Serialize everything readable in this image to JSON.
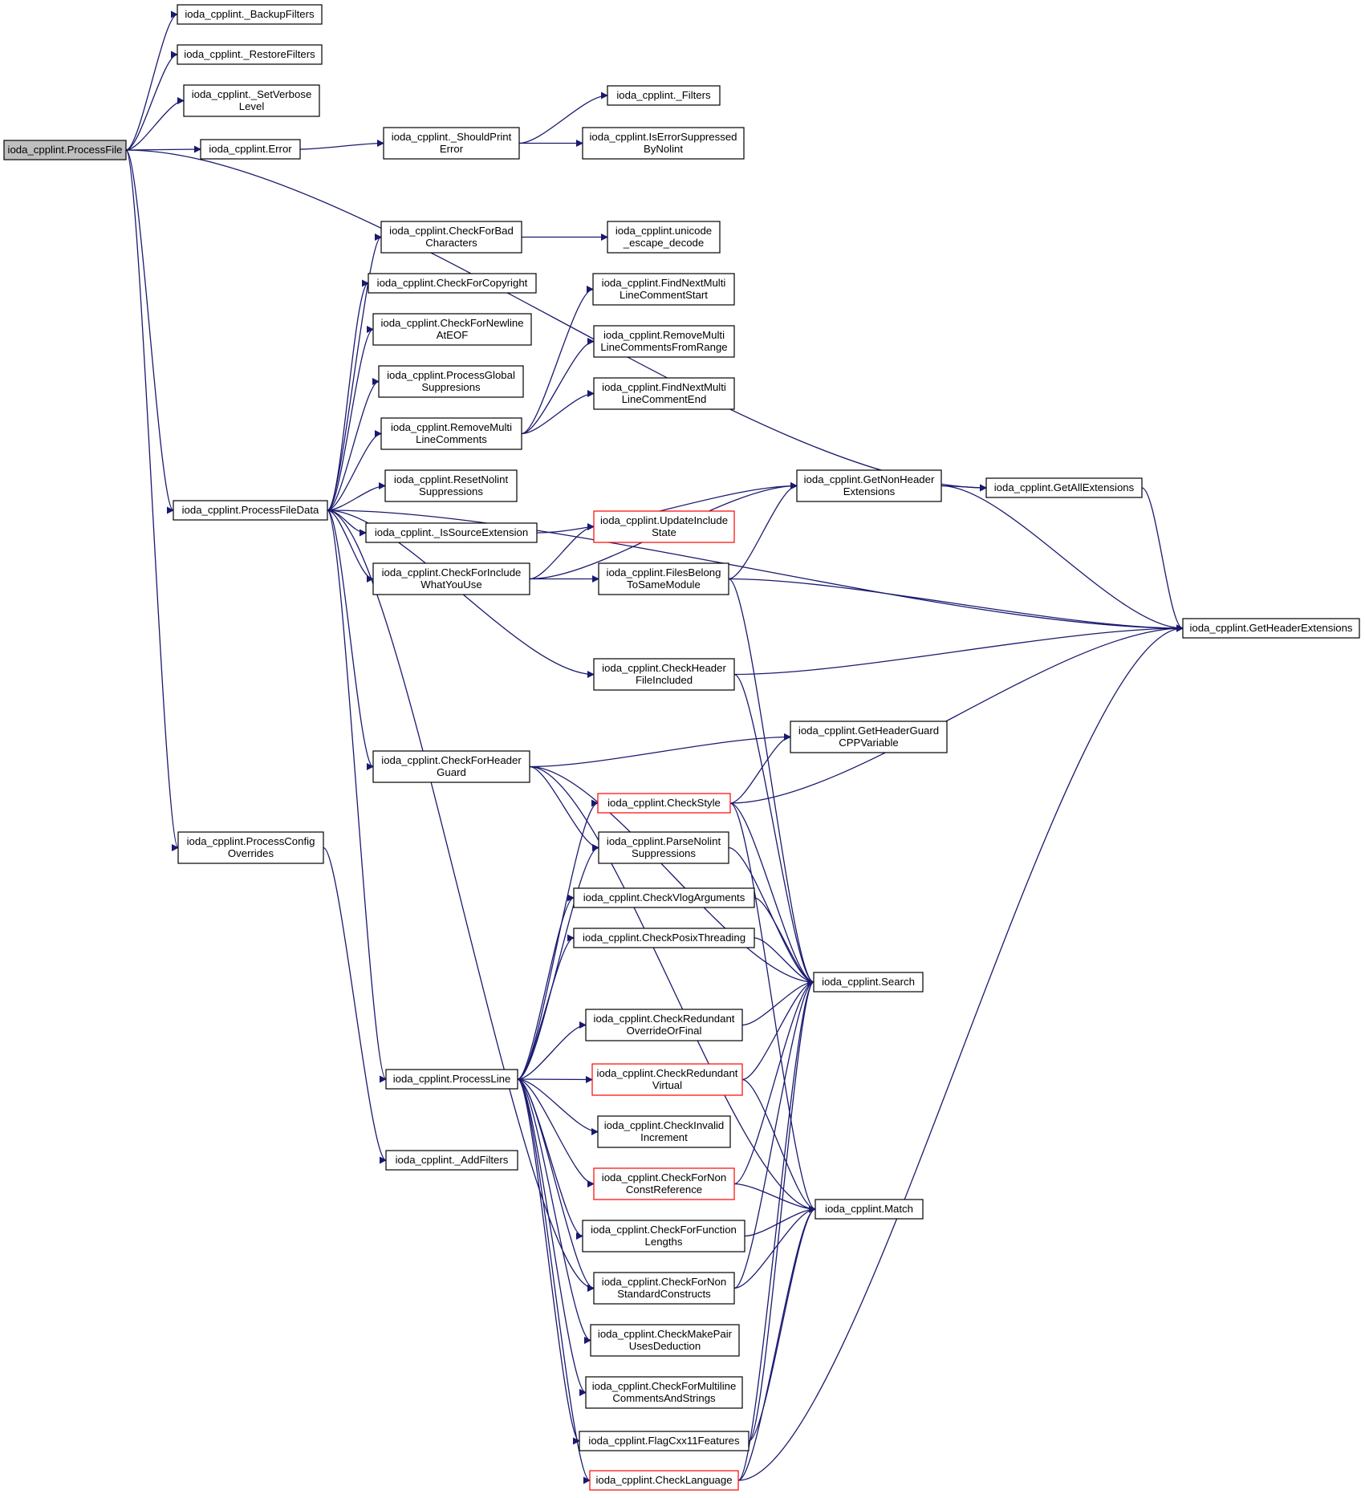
{
  "diagram": {
    "colors": {
      "edge": "#191970",
      "node_border": "#000000",
      "node_border_truncated": "#ff0000",
      "root_fill": "#bfbfbf",
      "node_fill": "#ffffff"
    },
    "nodes": [
      {
        "id": "ProcessFile",
        "lines": [
          "ioda_cpplint.ProcessFile"
        ],
        "style": "root"
      },
      {
        "id": "BackupFilters",
        "lines": [
          "ioda_cpplint._BackupFilters"
        ]
      },
      {
        "id": "RestoreFilters",
        "lines": [
          "ioda_cpplint._RestoreFilters"
        ]
      },
      {
        "id": "SetVerboseLevel",
        "lines": [
          "ioda_cpplint._SetVerbose",
          "Level"
        ]
      },
      {
        "id": "Error",
        "lines": [
          "ioda_cpplint.Error"
        ]
      },
      {
        "id": "ShouldPrintError",
        "lines": [
          "ioda_cpplint._ShouldPrint",
          "Error"
        ]
      },
      {
        "id": "Filters",
        "lines": [
          "ioda_cpplint._Filters"
        ]
      },
      {
        "id": "IsErrorSuppressedByNolint",
        "lines": [
          "ioda_cpplint.IsErrorSuppressed",
          "ByNolint"
        ]
      },
      {
        "id": "CheckForBadCharacters",
        "lines": [
          "ioda_cpplint.CheckForBad",
          "Characters"
        ]
      },
      {
        "id": "unicodeEscapeDecode",
        "lines": [
          "ioda_cpplint.unicode",
          "_escape_decode"
        ]
      },
      {
        "id": "CheckForCopyright",
        "lines": [
          "ioda_cpplint.CheckForCopyright"
        ]
      },
      {
        "id": "FindNextMultiLineCommentStart",
        "lines": [
          "ioda_cpplint.FindNextMulti",
          "LineCommentStart"
        ]
      },
      {
        "id": "CheckForNewlineAtEOF",
        "lines": [
          "ioda_cpplint.CheckForNewline",
          "AtEOF"
        ]
      },
      {
        "id": "RemoveMultiLineCommentsFromRange",
        "lines": [
          "ioda_cpplint.RemoveMulti",
          "LineCommentsFromRange"
        ]
      },
      {
        "id": "ProcessGlobalSuppresions",
        "lines": [
          "ioda_cpplint.ProcessGlobal",
          "Suppresions"
        ]
      },
      {
        "id": "FindNextMultiLineCommentEnd",
        "lines": [
          "ioda_cpplint.FindNextMulti",
          "LineCommentEnd"
        ]
      },
      {
        "id": "RemoveMultiLineComments",
        "lines": [
          "ioda_cpplint.RemoveMulti",
          "LineComments"
        ]
      },
      {
        "id": "ResetNolintSuppressions",
        "lines": [
          "ioda_cpplint.ResetNolint",
          "Suppressions"
        ]
      },
      {
        "id": "GetNonHeaderExtensions",
        "lines": [
          "ioda_cpplint.GetNonHeader",
          "Extensions"
        ]
      },
      {
        "id": "GetAllExtensions",
        "lines": [
          "ioda_cpplint.GetAllExtensions"
        ]
      },
      {
        "id": "ProcessFileData",
        "lines": [
          "ioda_cpplint.ProcessFileData"
        ]
      },
      {
        "id": "IsSourceExtension",
        "lines": [
          "ioda_cpplint._IsSourceExtension"
        ]
      },
      {
        "id": "UpdateIncludeState",
        "lines": [
          "ioda_cpplint.UpdateInclude",
          "State"
        ],
        "style": "truncated"
      },
      {
        "id": "CheckForIncludeWhatYouUse",
        "lines": [
          "ioda_cpplint.CheckForInclude",
          "WhatYouUse"
        ]
      },
      {
        "id": "FilesBelongToSameModule",
        "lines": [
          "ioda_cpplint.FilesBelong",
          "ToSameModule"
        ]
      },
      {
        "id": "GetHeaderExtensions",
        "lines": [
          "ioda_cpplint.GetHeaderExtensions"
        ]
      },
      {
        "id": "CheckHeaderFileIncluded",
        "lines": [
          "ioda_cpplint.CheckHeader",
          "FileIncluded"
        ]
      },
      {
        "id": "GetHeaderGuardCPPVariable",
        "lines": [
          "ioda_cpplint.GetHeaderGuard",
          "CPPVariable"
        ]
      },
      {
        "id": "CheckForHeaderGuard",
        "lines": [
          "ioda_cpplint.CheckForHeader",
          "Guard"
        ]
      },
      {
        "id": "CheckStyle",
        "lines": [
          "ioda_cpplint.CheckStyle"
        ],
        "style": "truncated"
      },
      {
        "id": "ProcessConfigOverrides",
        "lines": [
          "ioda_cpplint.ProcessConfig",
          "Overrides"
        ]
      },
      {
        "id": "ParseNolintSuppressions",
        "lines": [
          "ioda_cpplint.ParseNolint",
          "Suppressions"
        ]
      },
      {
        "id": "CheckVlogArguments",
        "lines": [
          "ioda_cpplint.CheckVlogArguments"
        ]
      },
      {
        "id": "CheckPosixThreading",
        "lines": [
          "ioda_cpplint.CheckPosixThreading"
        ]
      },
      {
        "id": "Search",
        "lines": [
          "ioda_cpplint.Search"
        ]
      },
      {
        "id": "CheckRedundantOverrideOrFinal",
        "lines": [
          "ioda_cpplint.CheckRedundant",
          "OverrideOrFinal"
        ]
      },
      {
        "id": "CheckRedundantVirtual",
        "lines": [
          "ioda_cpplint.CheckRedundant",
          "Virtual"
        ],
        "style": "truncated"
      },
      {
        "id": "ProcessLine",
        "lines": [
          "ioda_cpplint.ProcessLine"
        ]
      },
      {
        "id": "CheckInvalidIncrement",
        "lines": [
          "ioda_cpplint.CheckInvalid",
          "Increment"
        ]
      },
      {
        "id": "AddFilters",
        "lines": [
          "ioda_cpplint._AddFilters"
        ]
      },
      {
        "id": "CheckForNonConstReference",
        "lines": [
          "ioda_cpplint.CheckForNon",
          "ConstReference"
        ],
        "style": "truncated"
      },
      {
        "id": "Match",
        "lines": [
          "ioda_cpplint.Match"
        ]
      },
      {
        "id": "CheckForFunctionLengths",
        "lines": [
          "ioda_cpplint.CheckForFunction",
          "Lengths"
        ]
      },
      {
        "id": "CheckForNonStandardConstructs",
        "lines": [
          "ioda_cpplint.CheckForNon",
          "StandardConstructs"
        ]
      },
      {
        "id": "CheckMakePairUsesDeduction",
        "lines": [
          "ioda_cpplint.CheckMakePair",
          "UsesDeduction"
        ]
      },
      {
        "id": "CheckForMultilineCommentsAndStrings",
        "lines": [
          "ioda_cpplint.CheckForMultiline",
          "CommentsAndStrings"
        ]
      },
      {
        "id": "FlagCxx11Features",
        "lines": [
          "ioda_cpplint.FlagCxx11Features"
        ]
      },
      {
        "id": "CheckLanguage",
        "lines": [
          "ioda_cpplint.CheckLanguage"
        ],
        "style": "truncated"
      }
    ],
    "edges": [
      [
        "ProcessFile",
        "BackupFilters"
      ],
      [
        "ProcessFile",
        "RestoreFilters"
      ],
      [
        "ProcessFile",
        "SetVerboseLevel"
      ],
      [
        "ProcessFile",
        "Error"
      ],
      [
        "ProcessFile",
        "GetAllExtensions"
      ],
      [
        "ProcessFile",
        "ProcessFileData"
      ],
      [
        "ProcessFile",
        "ProcessConfigOverrides"
      ],
      [
        "Error",
        "ShouldPrintError"
      ],
      [
        "ShouldPrintError",
        "Filters"
      ],
      [
        "ShouldPrintError",
        "IsErrorSuppressedByNolint"
      ],
      [
        "ProcessFileData",
        "CheckForBadCharacters"
      ],
      [
        "ProcessFileData",
        "CheckForCopyright"
      ],
      [
        "ProcessFileData",
        "CheckForNewlineAtEOF"
      ],
      [
        "ProcessFileData",
        "ProcessGlobalSuppresions"
      ],
      [
        "ProcessFileData",
        "RemoveMultiLineComments"
      ],
      [
        "ProcessFileData",
        "ResetNolintSuppressions"
      ],
      [
        "ProcessFileData",
        "IsSourceExtension"
      ],
      [
        "ProcessFileData",
        "CheckForIncludeWhatYouUse"
      ],
      [
        "ProcessFileData",
        "GetHeaderExtensions"
      ],
      [
        "ProcessFileData",
        "CheckHeaderFileIncluded"
      ],
      [
        "ProcessFileData",
        "CheckForHeaderGuard"
      ],
      [
        "ProcessFileData",
        "ProcessLine"
      ],
      [
        "ProcessFileData",
        "CheckForNonStandardConstructs"
      ],
      [
        "CheckForBadCharacters",
        "unicodeEscapeDecode"
      ],
      [
        "RemoveMultiLineComments",
        "FindNextMultiLineCommentStart"
      ],
      [
        "RemoveMultiLineComments",
        "RemoveMultiLineCommentsFromRange"
      ],
      [
        "RemoveMultiLineComments",
        "FindNextMultiLineCommentEnd"
      ],
      [
        "IsSourceExtension",
        "GetNonHeaderExtensions"
      ],
      [
        "CheckForIncludeWhatYouUse",
        "GetNonHeaderExtensions"
      ],
      [
        "CheckForIncludeWhatYouUse",
        "UpdateIncludeState"
      ],
      [
        "CheckForIncludeWhatYouUse",
        "FilesBelongToSameModule"
      ],
      [
        "FilesBelongToSameModule",
        "GetNonHeaderExtensions"
      ],
      [
        "FilesBelongToSameModule",
        "GetHeaderExtensions"
      ],
      [
        "FilesBelongToSameModule",
        "Search"
      ],
      [
        "GetNonHeaderExtensions",
        "GetAllExtensions"
      ],
      [
        "GetNonHeaderExtensions",
        "GetHeaderExtensions"
      ],
      [
        "GetAllExtensions",
        "GetHeaderExtensions"
      ],
      [
        "CheckHeaderFileIncluded",
        "GetHeaderExtensions"
      ],
      [
        "CheckHeaderFileIncluded",
        "Search"
      ],
      [
        "CheckForHeaderGuard",
        "GetHeaderGuardCPPVariable"
      ],
      [
        "CheckForHeaderGuard",
        "Search"
      ],
      [
        "CheckForHeaderGuard",
        "ParseNolintSuppressions"
      ],
      [
        "CheckForHeaderGuard",
        "Match"
      ],
      [
        "CheckStyle",
        "GetHeaderGuardCPPVariable"
      ],
      [
        "CheckStyle",
        "GetHeaderExtensions"
      ],
      [
        "CheckStyle",
        "Search"
      ],
      [
        "CheckStyle",
        "Match"
      ],
      [
        "ParseNolintSuppressions",
        "Search"
      ],
      [
        "CheckVlogArguments",
        "Search"
      ],
      [
        "CheckPosixThreading",
        "Search"
      ],
      [
        "CheckRedundantOverrideOrFinal",
        "Search"
      ],
      [
        "CheckRedundantVirtual",
        "Search"
      ],
      [
        "CheckRedundantVirtual",
        "Match"
      ],
      [
        "CheckForNonConstReference",
        "Search"
      ],
      [
        "CheckForNonConstReference",
        "Match"
      ],
      [
        "CheckForFunctionLengths",
        "Match"
      ],
      [
        "CheckForNonStandardConstructs",
        "Search"
      ],
      [
        "CheckForNonStandardConstructs",
        "Match"
      ],
      [
        "FlagCxx11Features",
        "Search"
      ],
      [
        "FlagCxx11Features",
        "Match"
      ],
      [
        "CheckLanguage",
        "Search"
      ],
      [
        "CheckLanguage",
        "Match"
      ],
      [
        "CheckLanguage",
        "GetHeaderExtensions"
      ],
      [
        "ProcessConfigOverrides",
        "AddFilters"
      ],
      [
        "ProcessLine",
        "CheckStyle"
      ],
      [
        "ProcessLine",
        "ParseNolintSuppressions"
      ],
      [
        "ProcessLine",
        "CheckVlogArguments"
      ],
      [
        "ProcessLine",
        "CheckPosixThreading"
      ],
      [
        "ProcessLine",
        "CheckRedundantOverrideOrFinal"
      ],
      [
        "ProcessLine",
        "CheckRedundantVirtual"
      ],
      [
        "ProcessLine",
        "CheckInvalidIncrement"
      ],
      [
        "ProcessLine",
        "CheckForNonConstReference"
      ],
      [
        "ProcessLine",
        "CheckForFunctionLengths"
      ],
      [
        "ProcessLine",
        "CheckForNonStandardConstructs"
      ],
      [
        "ProcessLine",
        "CheckMakePairUsesDeduction"
      ],
      [
        "ProcessLine",
        "CheckForMultilineCommentsAndStrings"
      ],
      [
        "ProcessLine",
        "FlagCxx11Features"
      ],
      [
        "ProcessLine",
        "CheckLanguage"
      ]
    ]
  }
}
